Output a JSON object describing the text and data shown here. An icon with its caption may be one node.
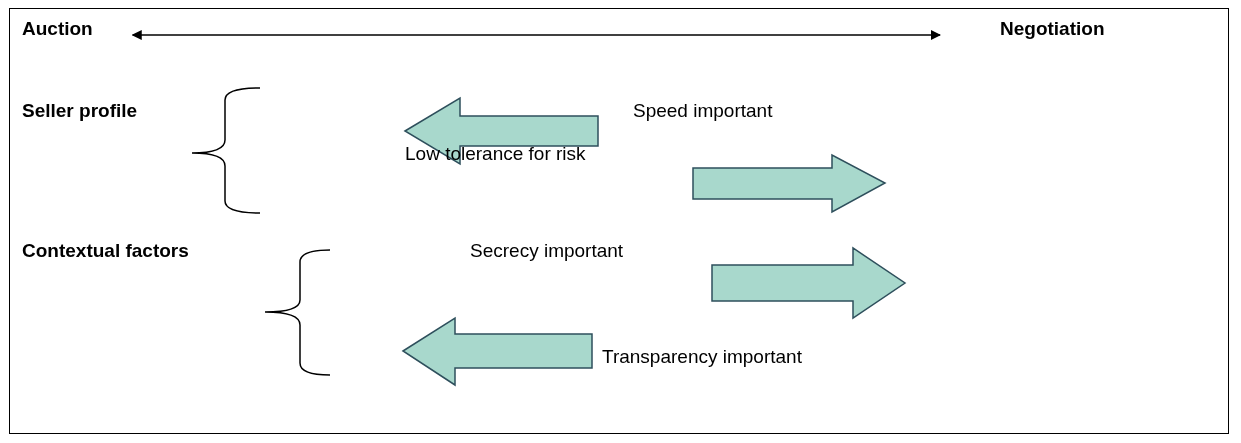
{
  "diagram": {
    "nodes": [
      {
        "text": [
          "Auction"
        ]
      },
      {
        "text": [
          "Negotiation"
        ]
      }
    ],
    "edges": [
      {
        "from": 0,
        "to": 1,
        "arrow": "both"
      }
    ],
    "labels": [
      "Seller profile",
      "Speed important",
      "Low tolerance for risk",
      "Contextual factors",
      "Secrecy important",
      "Transparency important"
    ]
  }
}
